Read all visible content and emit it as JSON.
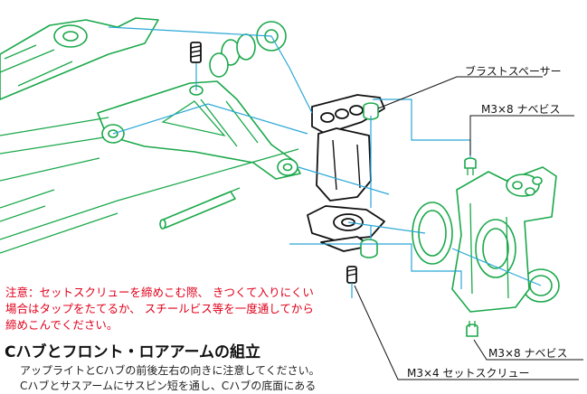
{
  "labels": {
    "spacer": "ブラストスペーサー",
    "screw_top": "M3×8 ナベビス",
    "screw_bottom": "M3×8 ナベビス",
    "set_screw": "M3×4 セットスクリュー"
  },
  "warning": {
    "line1": "注意：セットスクリューを締めこむ際、 きつくて入りにくい",
    "line2": "場合はタップをたてるか、 スチールビス等を一度通してから",
    "line3": "締めこんでください。"
  },
  "section": {
    "title": "Cハブとフロント・ロアアームの組立",
    "line1": "アップライトとCハブの前後左右の向きに注意してください。",
    "line2": "Cハブとサスアームにサスピン短を通し、Cハブの底面にある"
  },
  "colors": {
    "part_outline": "#1aa84a",
    "guide_line": "#2aa7d6",
    "warning_text": "#e0001b"
  }
}
